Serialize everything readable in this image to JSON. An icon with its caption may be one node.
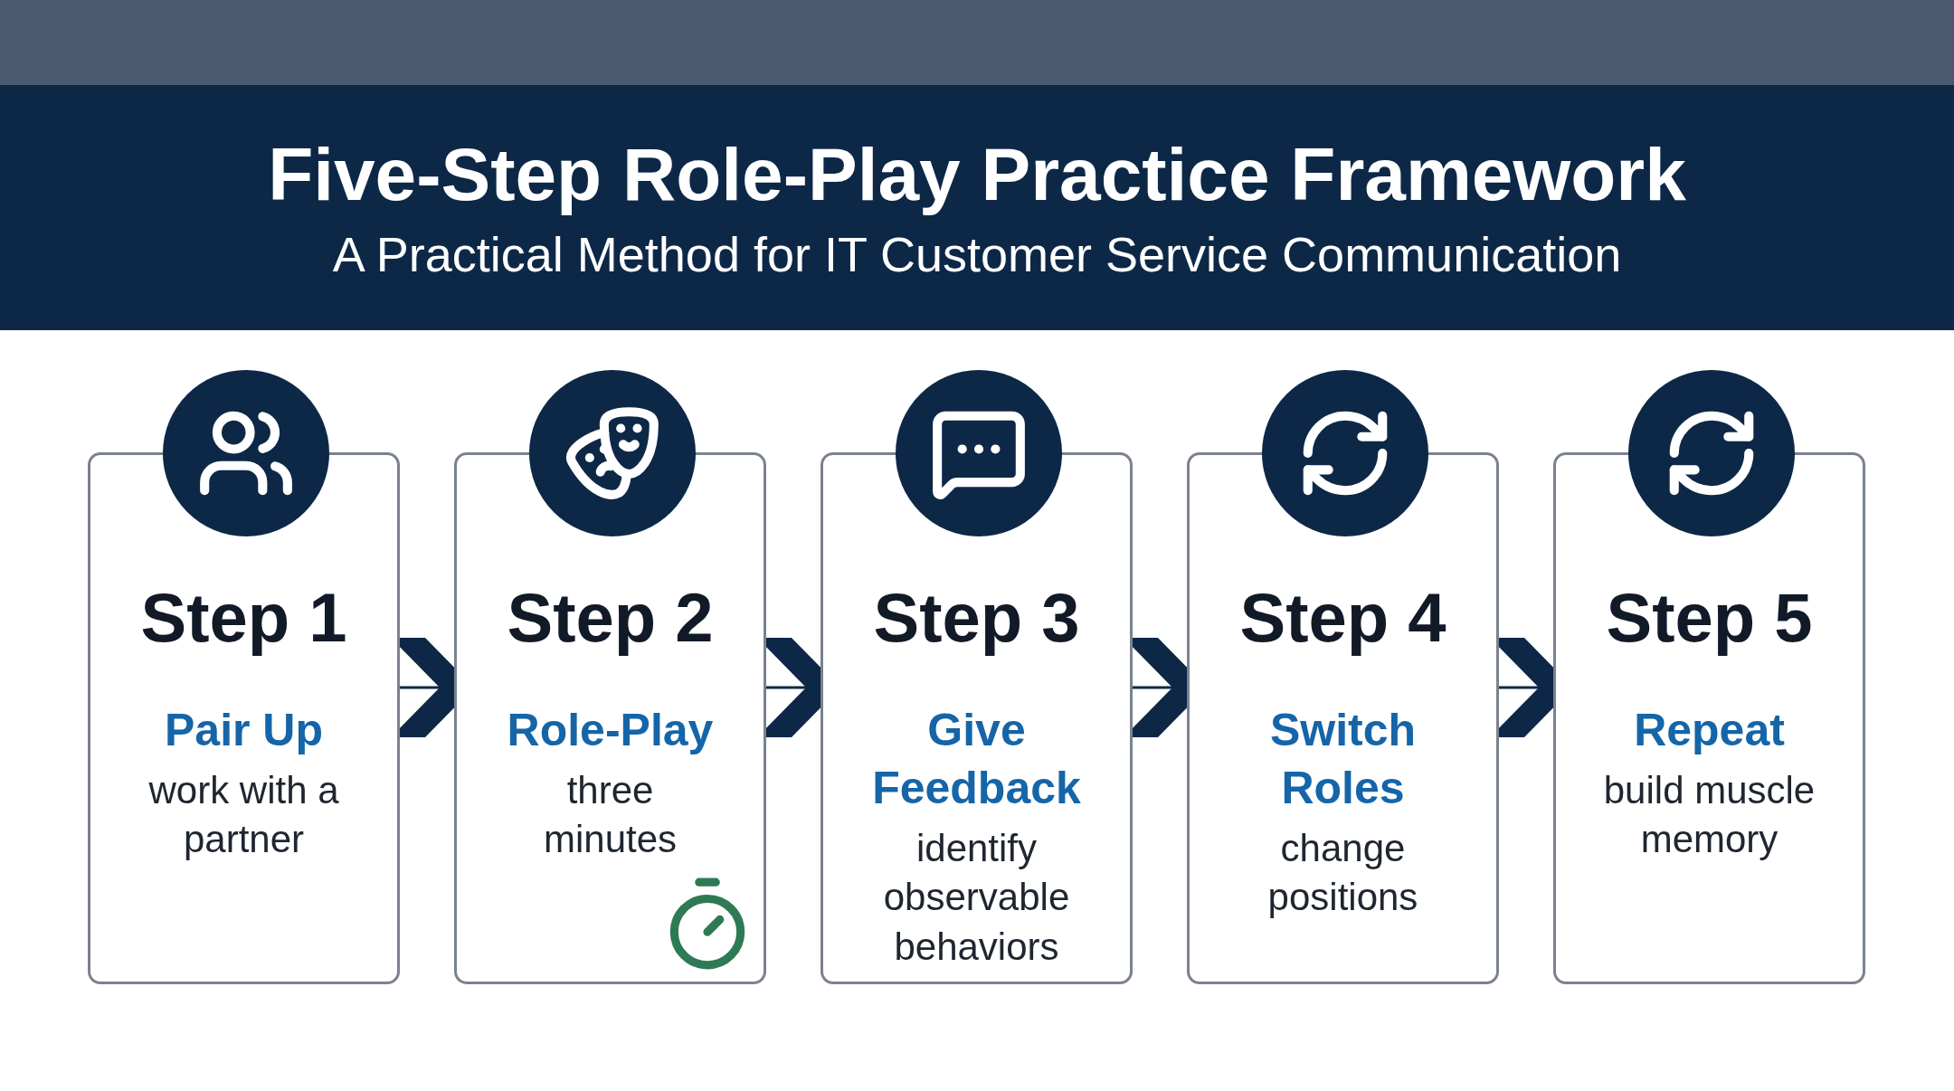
{
  "diagram": {
    "title": "Five-Step Role-Play Practice Framework",
    "caption": "A Practical Method for IT Customer Service Communication",
    "nodes": [
      {
        "text": [
          "Step 1",
          "Pair Up",
          "work with a partner"
        ]
      },
      {
        "text": [
          "Step 2",
          "Role-Play",
          "three minutes"
        ]
      },
      {
        "text": [
          "Step 3",
          "Give Feedback",
          "identify observable behaviors"
        ]
      },
      {
        "text": [
          "Step 4",
          "Switch Roles",
          "change positions"
        ]
      },
      {
        "text": [
          "Step 5",
          "Repeat",
          "build muscle memory"
        ]
      }
    ],
    "edges": [
      {
        "from": 0,
        "to": 1,
        "arrow": "to"
      },
      {
        "from": 1,
        "to": 2,
        "arrow": "to"
      },
      {
        "from": 2,
        "to": 3,
        "arrow": "to"
      },
      {
        "from": 3,
        "to": 4,
        "arrow": "to"
      }
    ]
  }
}
